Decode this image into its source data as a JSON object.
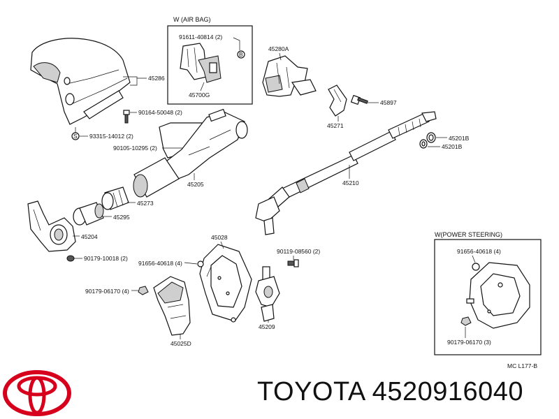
{
  "boxes": {
    "airbag_title": "W (AIR BAG)",
    "power_title": "W(POWER STEERING)"
  },
  "labels": {
    "p91611": "91611-40814 (2)",
    "p45700g": "45700G",
    "p45280a": "45280A",
    "p45286": "45286",
    "p90164": "90164-50048 (2)",
    "p93315": "93315-14012 (2)",
    "p90105": "90105-10295 (2)",
    "p45205": "45205",
    "p45897": "45897",
    "p45271": "45271",
    "p45201b_1": "45201B",
    "p45201b_2": "45201B",
    "p45210": "45210",
    "p45273": "45273",
    "p45295": "45295",
    "p45204": "45204",
    "p90179a": "90179-10018 (2)",
    "p45028": "45028",
    "p91656": "91656-40618 (4)",
    "p90119": "90119-08560 (2)",
    "p90179b": "90179-06170 (4)",
    "p45209": "45209",
    "p45025d": "45025D",
    "pw91656": "91656-40618 (4)",
    "pw90179": "90179-06170 (3)",
    "ref": "MC L177-B",
    "b_mark": "B",
    "s_mark": "S"
  },
  "brand": {
    "text": "TOYOTA 4520916040"
  }
}
